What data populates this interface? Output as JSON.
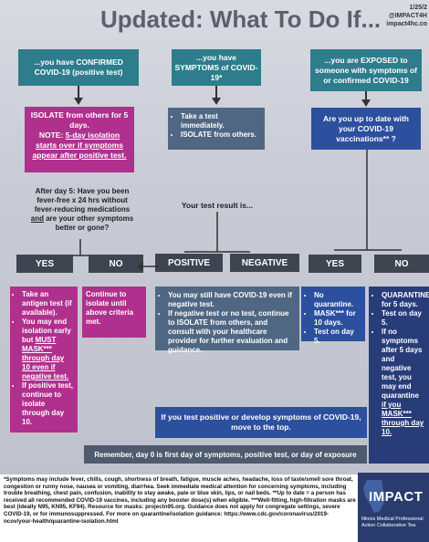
{
  "title": "Updated: What To Do If...",
  "meta": {
    "date": "1/25/2",
    "handle": "@IMPACT4H",
    "site": "impact4hc.co"
  },
  "col1": {
    "header": "...you have CONFIRMED COVID-19 (positive test)",
    "isolate_main": "ISOLATE from others for 5 days.",
    "isolate_note_a": "NOTE: ",
    "isolate_note_b": "5-day isolation starts over if symptoms appear after positive test.",
    "after_day5_a": "After day 5: Have you been fever-free x 24 hrs without fever-reducing medications ",
    "after_day5_and": "and",
    "after_day5_b": " are your other symptoms better or gone?",
    "yes": "YES",
    "no": "NO",
    "yes_items": [
      "Take an antigen test (if available).",
      "You may end isolation early but ",
      "If positive test, continue to isolate through day 10."
    ],
    "yes_item2_u": "MUST MASK*** through day 10 even if negative test.",
    "no_text": "Continue to isolate until above criteria met."
  },
  "col2": {
    "header": "...you have SYMPTOMS of COVID-19*",
    "items": [
      "Take a test immediately.",
      "ISOLATE from others."
    ],
    "result": "Your test result is...",
    "positive": "POSITIVE",
    "negative": "NEGATIVE",
    "negative_items": [
      "You may still have COVID-19 even if negative test.",
      "If negative test or no test, continue to ISOLATE from others, and consult with your healthcare provider for further evaluation and guidance."
    ]
  },
  "col3": {
    "header": "...you are EXPOSED to someone with symptoms of or confirmed COVID-19",
    "question": "Are you up to date with your COVID-19 vaccinations** ?",
    "yes": "YES",
    "no": "NO",
    "yes_items": [
      "No quarantine.",
      "MASK*** for 10 days.",
      "Test on day 5."
    ],
    "no_items": [
      "QUARANTINE for 5 days.",
      "Test on day 5.",
      "If no symptoms after 5 days and negative test, you may end quarantine "
    ],
    "no_item3_u": "if you MASK*** through day 10."
  },
  "bottom": {
    "develop": "If you test positive or develop symptoms of COVID-19, move to the top.",
    "remember": "Remember, day 0 is first day of symptoms, positive test, or day of exposure"
  },
  "footnotes": "*Symptoms may include fever, chills, cough, shortness of breath, fatigue, muscle aches, headache, loss of taste/smell sore throat, congestion or runny nose, nausea or vomiting, diarrhea. Seek immediate medical attention for concerning symptoms, including trouble breathing, chest pain, confusion, inability to stay awake, pale or blue skin, lips, or nail beds. **Up to date = a person has received all recommended COVID-19 vaccines, including any booster dose(s) when eligible. ***Well-fitting, high-filtration masks are best (ideally N95, KN95, KF94). Resource for masks: projectn95.org. Guidance does not apply for congregate settings, severe COVID-19, or for immunosuppressed. For more on quarantine/isolation guidance: https://www.cdc.gov/coronavirus/2019-ncov/your-health/quarantine-isolation.html",
  "logo": {
    "name": "IMPACT",
    "tagline": "Illinois Medical Professional Action Collaborative Tea"
  },
  "colors": {
    "teal": "#2d7d8c",
    "magenta": "#b0308d",
    "dark": "#3f4451",
    "slate": "#4f6782",
    "blue": "#2c4f9e",
    "navy": "#283c7a"
  }
}
